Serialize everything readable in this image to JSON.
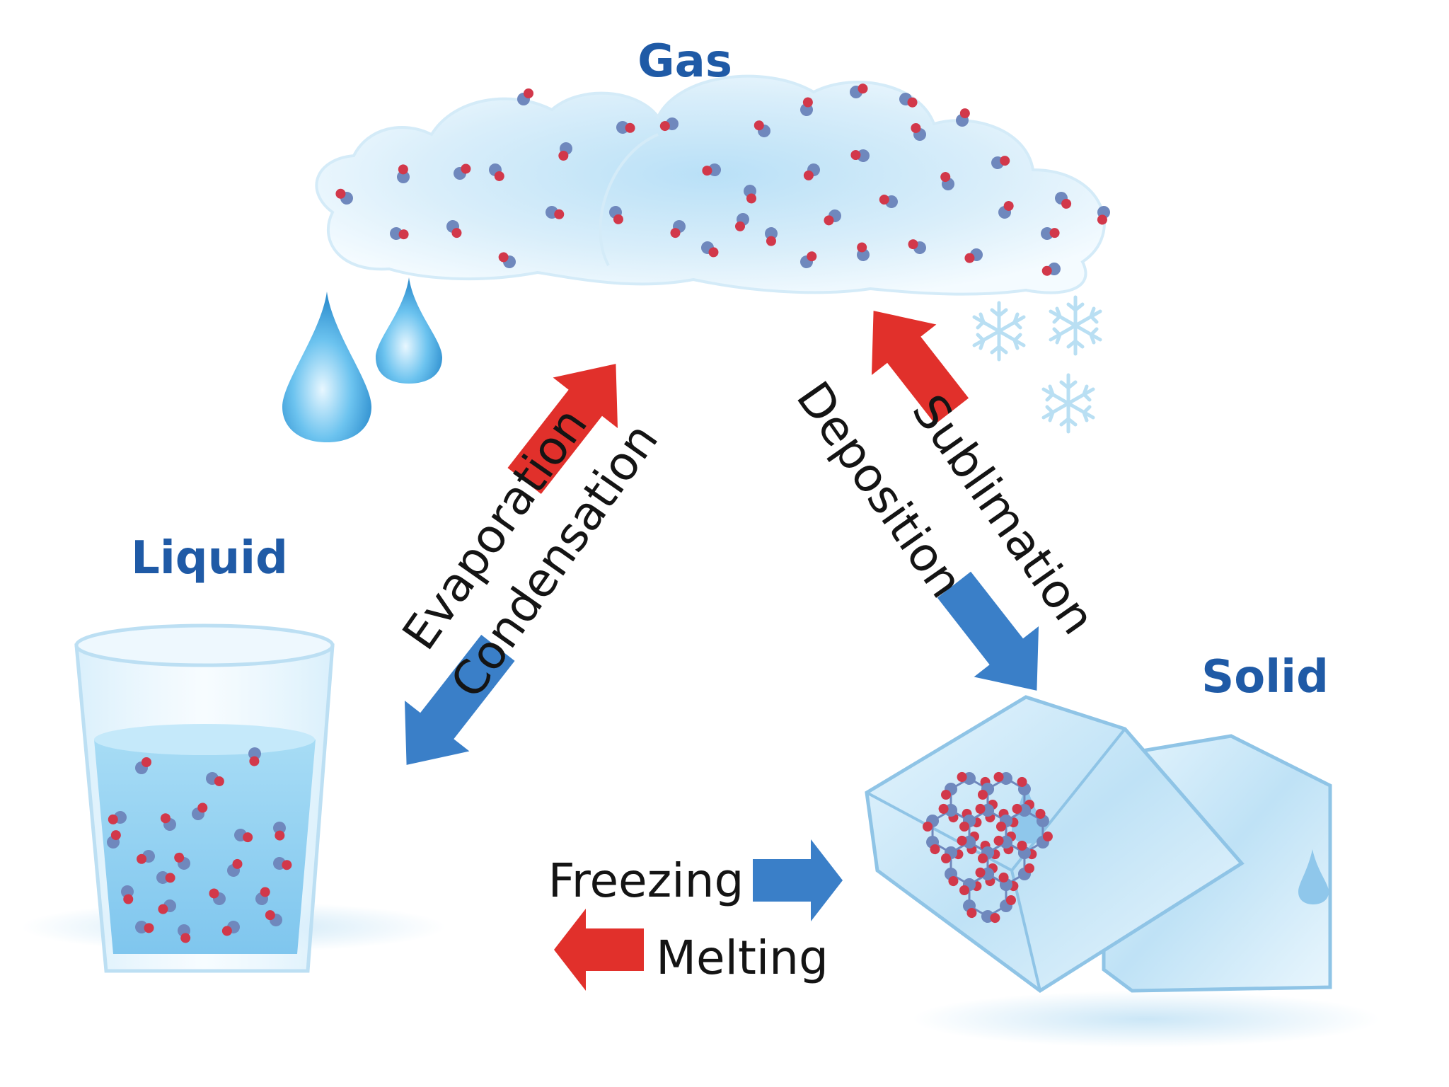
{
  "states": {
    "gas": "Gas",
    "liquid": "Liquid",
    "solid": "Solid"
  },
  "processes": {
    "evaporation": "Evaporation",
    "condensation": "Condensation",
    "sublimation": "Sublimation",
    "deposition": "Deposition",
    "freezing": "Freezing",
    "melting": "Melting"
  },
  "colors": {
    "label_blue": "#1f5aa6",
    "arrow_red": "#e1302b",
    "arrow_blue": "#3a7fc8",
    "molecule_red": "#d2384a",
    "molecule_blue": "#6f88bd",
    "ice": "#bfe2f6",
    "water": "#8fd0f0"
  }
}
